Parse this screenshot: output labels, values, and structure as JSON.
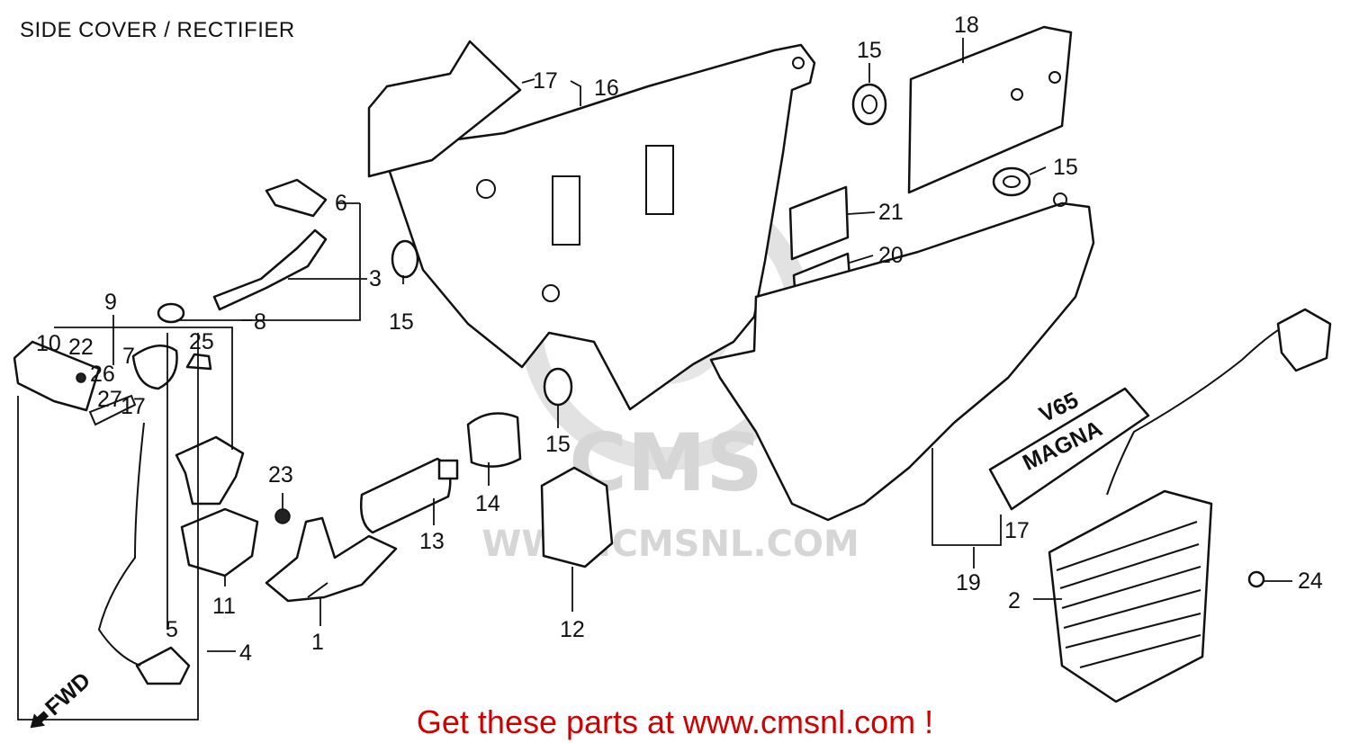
{
  "diagram": {
    "title": "SIDE COVER / RECTIFIER",
    "watermark": {
      "logo": "CMS",
      "url": "WWW.CMSNL.COM"
    },
    "callouts": [
      "1",
      "2",
      "3",
      "4",
      "5",
      "6",
      "7",
      "8",
      "9",
      "10",
      "11",
      "12",
      "13",
      "14",
      "15",
      "15",
      "15",
      "15",
      "16",
      "17",
      "17",
      "17",
      "18",
      "19",
      "20",
      "21",
      "22",
      "23",
      "24",
      "25",
      "26",
      "27",
      "FWD"
    ],
    "decal_text": {
      "line1": "V65",
      "line2": "MAGNA"
    }
  },
  "footer": {
    "cta": "Get these parts at www.cmsnl.com !"
  },
  "colors": {
    "cta": "#d10000",
    "line": "#111111",
    "watermark": "#d6d6d6"
  }
}
